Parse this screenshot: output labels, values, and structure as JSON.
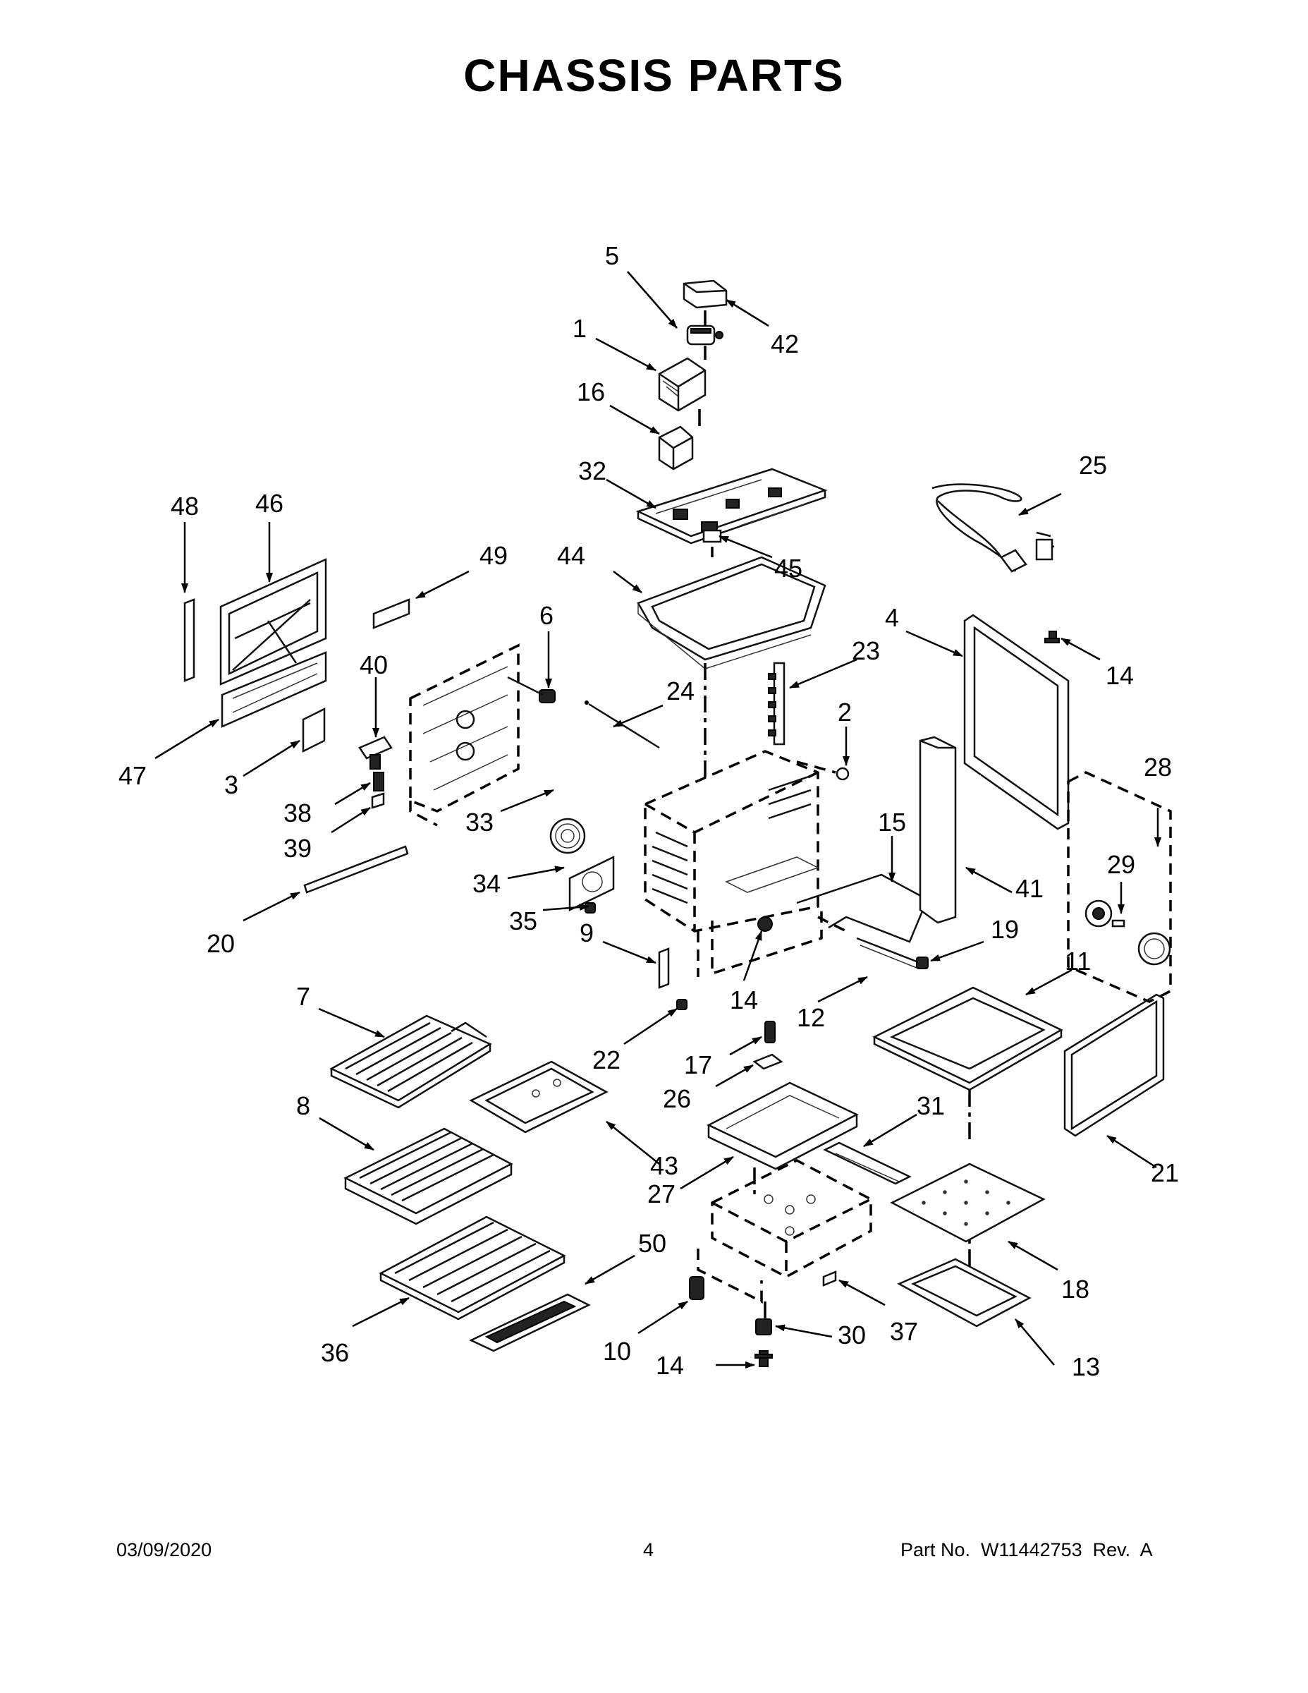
{
  "title": "CHASSIS PARTS",
  "footer": {
    "date": "03/09/2020",
    "page": "4",
    "part_no": "Part No.  W11442753  Rev.  A"
  },
  "callouts": [
    "1",
    "2",
    "3",
    "4",
    "5",
    "6",
    "7",
    "8",
    "9",
    "10",
    "11",
    "12",
    "13",
    "14",
    "15",
    "16",
    "17",
    "18",
    "19",
    "20",
    "21",
    "22",
    "23",
    "24",
    "25",
    "26",
    "27",
    "28",
    "29",
    "30",
    "31",
    "32",
    "33",
    "34",
    "35",
    "36",
    "37",
    "38",
    "39",
    "40",
    "41",
    "42",
    "43",
    "44",
    "45",
    "46",
    "47",
    "48",
    "49",
    "50"
  ]
}
